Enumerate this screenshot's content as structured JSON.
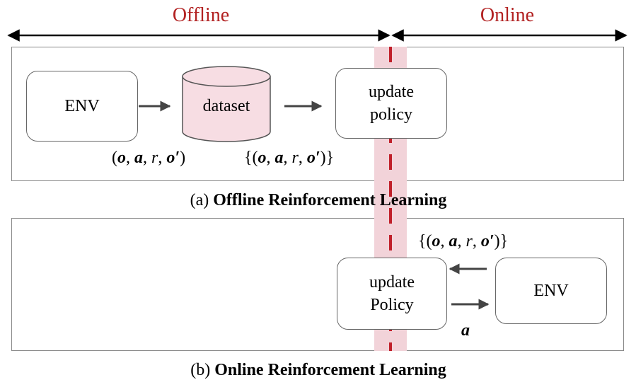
{
  "header": {
    "offline_label": "Offline",
    "online_label": "Online"
  },
  "panel_a": {
    "env_label": "ENV",
    "dataset_label": "dataset",
    "update_label": "update\npolicy",
    "transition": {
      "open": "(",
      "o": "o",
      "a": "a",
      "r": "r",
      "op": "o′",
      "close": ")"
    },
    "transition_set": {
      "open": "{(",
      "o": "o",
      "a": "a",
      "r": "r",
      "op": "o′",
      "close": ")}"
    },
    "caption_prefix": "(a) ",
    "caption_bold": "Offline Reinforcement Learning"
  },
  "panel_b": {
    "update_label": "update\nPolicy",
    "env_label": "ENV",
    "transition_set": {
      "open": "{(",
      "o": "o",
      "a": "a",
      "r": "r",
      "op": "o′",
      "close": ")}"
    },
    "action_label": "a",
    "caption_prefix": "(b) ",
    "caption_bold": "Online Reinforcement Learning"
  },
  "colors": {
    "accent_red": "#b22222",
    "divider_band": "#f2d3d9",
    "dataset_fill": "#f7dde3",
    "border_gray": "#888888"
  }
}
